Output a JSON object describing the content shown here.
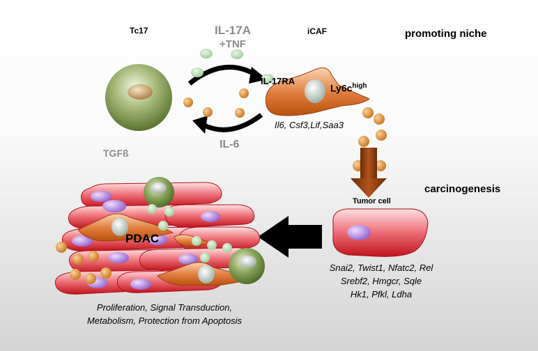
{
  "labels": {
    "tc17": "Tc17",
    "cytokine_top_line1": "IL-17A",
    "cytokine_top_line2": "+TNF",
    "icaf": "iCAF",
    "promoting_niche": "promoting niche",
    "il17ra": "IL-17RA",
    "ly6c_base": "Ly6c",
    "ly6c_sup": "high",
    "icaf_genes": "Il6, Csf3,Lif,Saa3",
    "il6": "IL-6",
    "tgfb": "TGFß",
    "carcinogenesis": "carcinogenesis",
    "tumor_cell": "Tumor cell",
    "pdac": "PDAC",
    "tumor_genes_line1": "Snai2, Twist1, Nfatc2, Rel",
    "tumor_genes_line2": "Srebf2, Hmgcr, Sqle",
    "tumor_genes_line3": "Hk1, Pfkl, Ldha",
    "outcome_line1": "Proliferation, Signal Transduction,",
    "outcome_line2": "Metabolism, Protection from Apoptosis"
  },
  "colors": {
    "tc17_cell": "#6d8a3a",
    "icaf_cell": "#d2691e",
    "tumor_cell": "#d9323c",
    "nucleus_purple": "#9966cc",
    "secreted_dot": "#d9903c",
    "green_dot": "#b7dcb4",
    "arrow_brown": "#8b3a0e",
    "arrow_black": "#000000",
    "background_bottom": "#d4d4d4"
  }
}
